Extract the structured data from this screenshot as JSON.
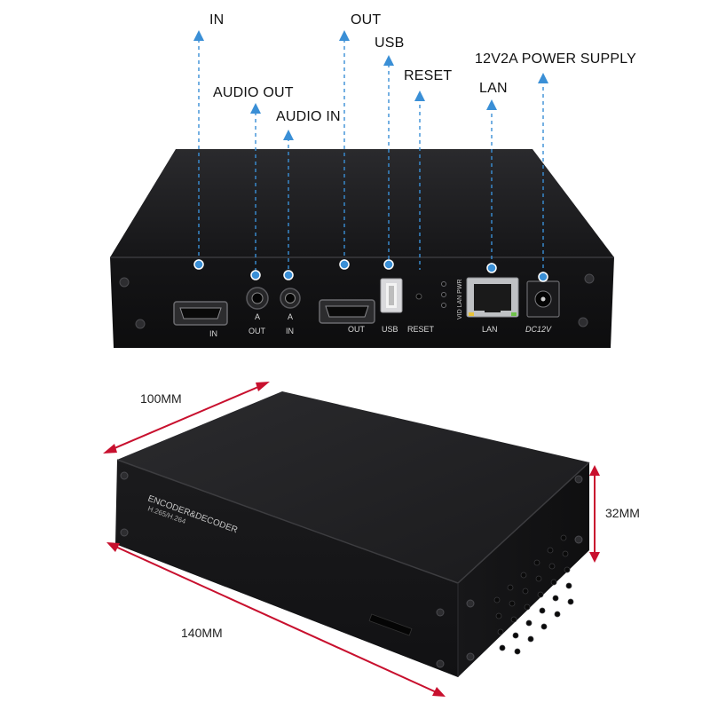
{
  "callouts": {
    "in": "IN",
    "audio_out": "AUDIO OUT",
    "audio_in": "AUDIO IN",
    "out": "OUT",
    "usb": "USB",
    "reset": "RESET",
    "power_supply": "12V2A POWER SUPPLY",
    "lan": "LAN"
  },
  "panel_labels": {
    "in": "IN",
    "a_out_top": "A",
    "a_out_bottom": "OUT",
    "a_in_top": "A",
    "a_in_bottom": "IN",
    "out": "OUT",
    "usb": "USB",
    "reset": "RESET",
    "lan": "LAN",
    "dc": "DC12V",
    "leds": "VID LAN PWR"
  },
  "device_text": {
    "brand": "ENCODER&DECODER",
    "model": "H.265/H.264"
  },
  "dimensions": {
    "width": "100MM",
    "height": "32MM",
    "length": "140MM"
  },
  "colors": {
    "callout_line": "#3a8fd6",
    "dimension_line": "#c8102e",
    "device_body": "#1c1c1e"
  }
}
